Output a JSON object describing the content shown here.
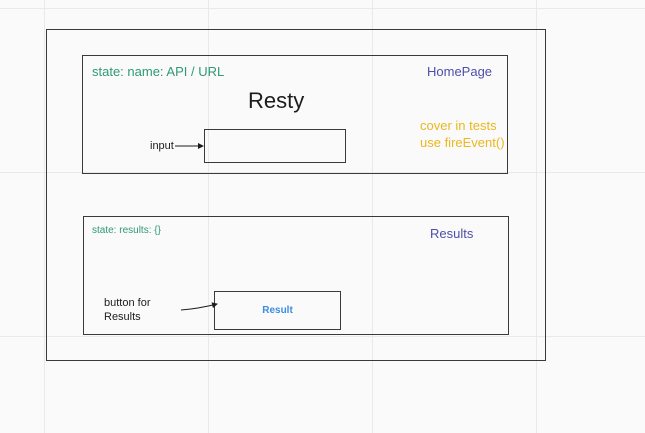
{
  "home_page": {
    "state_label": "state: name: API / URL",
    "component_name": "HomePage",
    "title": "Resty",
    "input_label": "input",
    "test_note_line1": "cover in tests",
    "test_note_line2": "use fireEvent()"
  },
  "results": {
    "state_label": "state: results: {}",
    "component_name": "Results",
    "button_note_line1": "button for",
    "button_note_line2": "Results",
    "result_button_label": "Result"
  },
  "colors": {
    "state_text": "#2f9a74",
    "component_name": "#4d4dab",
    "note_text": "#ecb71f",
    "result_label": "#3c8de0",
    "outline": "#3a3a3a"
  }
}
